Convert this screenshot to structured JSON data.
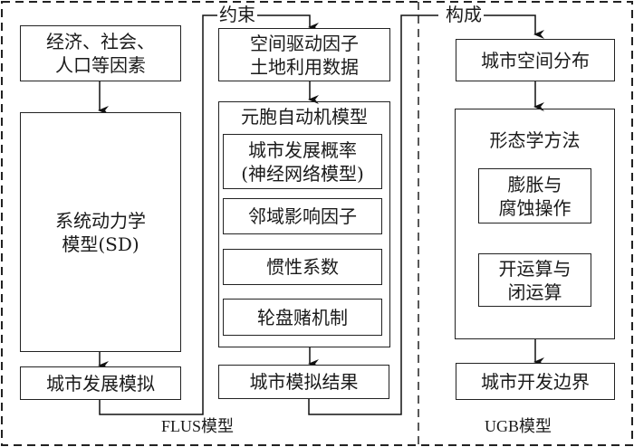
{
  "diagram": {
    "left_column": {
      "factors": "经济、社会、\n人口等因素",
      "sd_model": "系统动力学\n模型(SD)",
      "urban_sim": "城市发展模拟"
    },
    "middle_column": {
      "constraint_label": "约束",
      "drivers": "空间驱动因子\n土地利用数据",
      "ca_model_title": "元胞自动机模型",
      "ca_items": [
        "城市发展概率\n(神经网络模型)",
        "邻域影响因子",
        "惯性系数",
        "轮盘赌机制"
      ],
      "sim_result": "城市模拟结果"
    },
    "right_column": {
      "compose_label": "构成",
      "spatial_dist": "城市空间分布",
      "morph_title": "形态学方法",
      "morph_items": [
        "膨胀与\n腐蚀操作",
        "开运算与\n闭运算"
      ],
      "boundary": "城市开发边界"
    },
    "regions": {
      "flus": "FLUS模型",
      "ugb": "UGB模型"
    }
  }
}
